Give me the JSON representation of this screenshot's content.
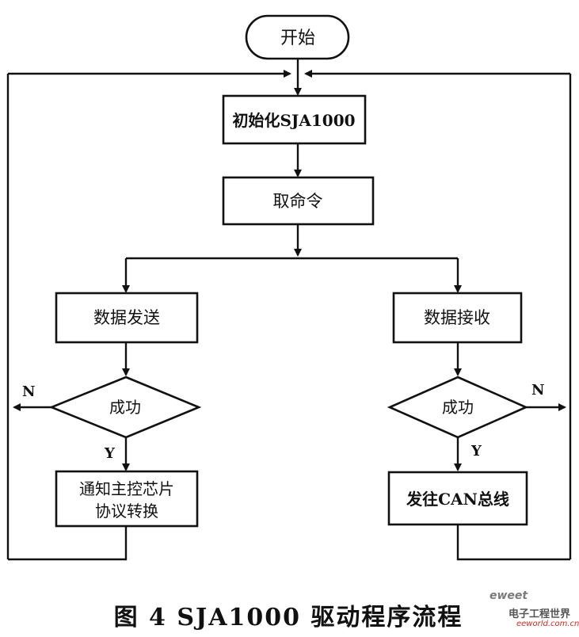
{
  "diagram": {
    "nodes": {
      "start": "开始",
      "init": "初始化SJA1000",
      "fetch": "取命令",
      "send": "数据发送",
      "receive": "数据接收",
      "decision_left": "成功",
      "decision_right": "成功",
      "notify_line1": "通知主控芯片",
      "notify_line2": "协议转换",
      "can_send": "发往CAN总线"
    },
    "edge_labels": {
      "left_no": "N",
      "left_yes": "Y",
      "right_no": "N",
      "right_yes": "Y"
    },
    "caption": "图 4   SJA1000 驱动程序流程"
  },
  "watermark": {
    "brand": "eweet",
    "logo": "电子工程世界",
    "site": "eeworld.com.cn"
  }
}
